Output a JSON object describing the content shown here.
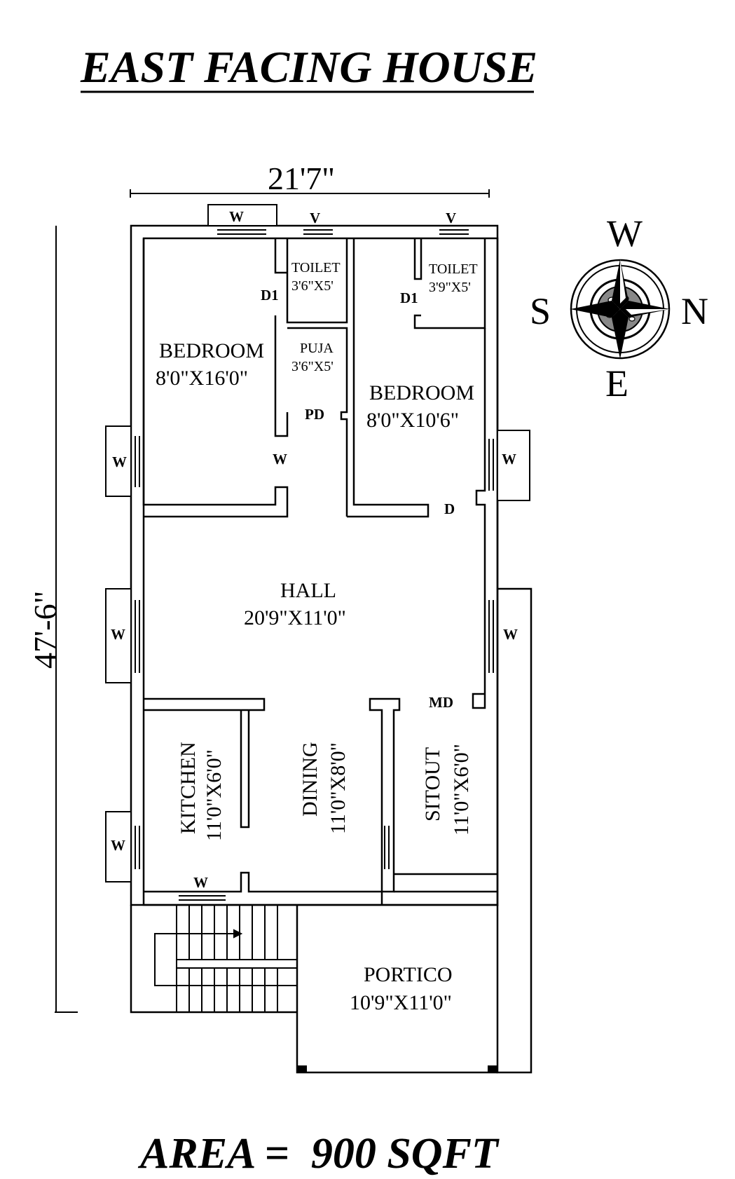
{
  "title": "EAST FACING HOUSE",
  "area": "AREA =  900 SQFT",
  "dimensions": {
    "width": "21'7\"",
    "length": "47'-6\""
  },
  "compass": {
    "north": "N",
    "south": "S",
    "east": "E",
    "west": "W"
  },
  "rooms": {
    "bedroom1": {
      "name": "BEDROOM",
      "size": "8'0\"X16'0\""
    },
    "bedroom2": {
      "name": "BEDROOM",
      "size": "8'0\"X10'6\""
    },
    "toilet1": {
      "name": "TOILET",
      "size": "3'6\"X5'"
    },
    "toilet2": {
      "name": "TOILET",
      "size": "3'9\"X5'"
    },
    "puja": {
      "name": "PUJA",
      "size": "3'6\"X5'"
    },
    "hall": {
      "name": "HALL",
      "size": "20'9\"X11'0\""
    },
    "kitchen": {
      "name": "KITCHEN",
      "size": "11'0\"X6'0\""
    },
    "dining": {
      "name": "DINING",
      "size": "11'0\"X8'0\""
    },
    "sitout": {
      "name": "SITOUT",
      "size": "11'0\"X6'0\""
    },
    "portico": {
      "name": "PORTICO",
      "size": "10'9\"X11'0\""
    }
  },
  "marks": {
    "window": "W",
    "ventilator": "V",
    "door": "D",
    "door1": "D1",
    "puja_door": "PD",
    "main_door": "MD"
  }
}
